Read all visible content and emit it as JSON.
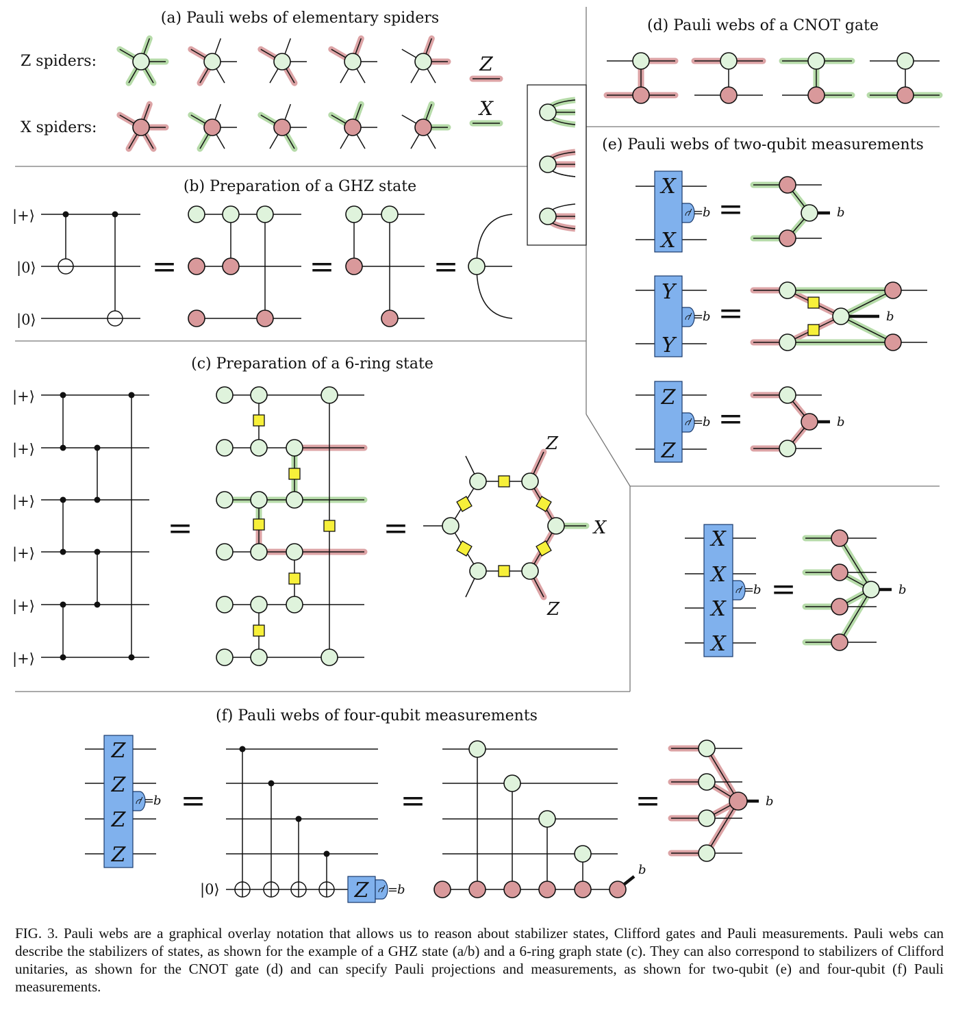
{
  "panels": {
    "a": {
      "title": "(a) Pauli webs of elementary spiders",
      "z_row_label": "Z spiders:",
      "x_row_label": "X spiders:",
      "legend_z": "Z",
      "legend_x": "X"
    },
    "b": {
      "title": "(b) Preparation of a GHZ state",
      "ket_plus": "|+⟩",
      "ket_zero": "|0⟩",
      "eq": "="
    },
    "c": {
      "title": "(c) Preparation of a 6-ring state",
      "ket_plus": "|+⟩",
      "eq": "=",
      "ring_labels": [
        "Z",
        "X",
        "Z"
      ]
    },
    "d": {
      "title": "(d) Pauli webs of a CNOT gate"
    },
    "e": {
      "title": "(e) Pauli webs of two-qubit measurements",
      "paulis": [
        "X",
        "Y",
        "Z"
      ],
      "outcome": "b",
      "eq": "="
    },
    "e_extra": {
      "paulis": [
        "X",
        "X",
        "X",
        "X"
      ],
      "outcome": "b",
      "eq": "="
    },
    "f": {
      "title": "(f) Pauli webs of four-qubit measurements",
      "paulis": [
        "Z",
        "Z",
        "Z",
        "Z"
      ],
      "ket_zero": "|0⟩",
      "measure": "Z",
      "outcome": "b",
      "eq": "="
    }
  },
  "caption": "FIG. 3. Pauli webs are a graphical overlay notation that allows us to reason about stabilizer states, Clifford gates and Pauli measurements. Pauli webs can describe the stabilizers of states, as shown for the example of a GHZ state (a/b) and a 6-ring graph state (c). They can also correspond to stabilizers of Clifford unitaries, as shown for the CNOT gate (d) and can specify Pauli projections and measurements, as shown for two-qubit (e) and four-qubit (f) Pauli measurements.",
  "colors": {
    "green_spider": "#dff3dc",
    "red_spider": "#d9999b",
    "green_web": "#b6dba9",
    "red_web": "#dca3a5",
    "hadamard": "#f7f03a",
    "measure_box": "#80b1ed"
  }
}
